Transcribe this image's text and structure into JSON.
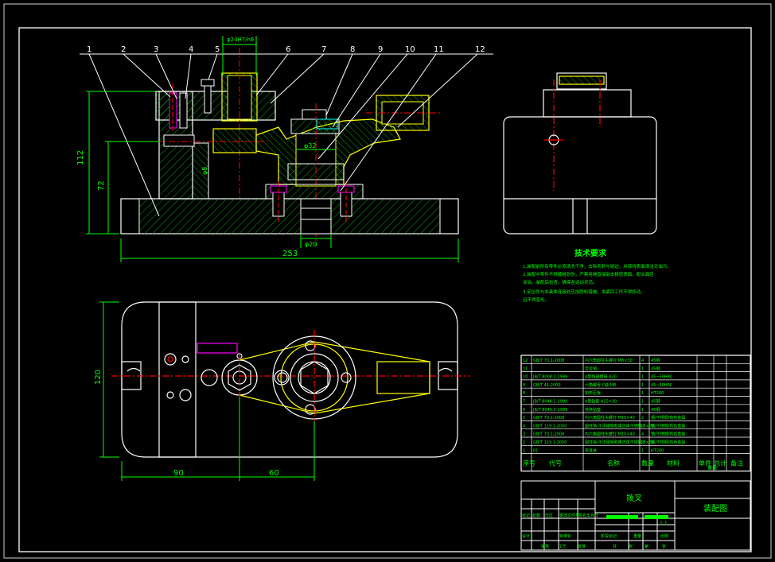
{
  "colors": {
    "background": "#000000",
    "outline": "#ffffff",
    "hatch": "#00a000",
    "dimension": "#00ff00",
    "center": "#ff0000",
    "yellow": "#ffff00",
    "magenta": "#ff00ff",
    "cyan": "#00ffff",
    "label": "#ffffff"
  },
  "part_labels": [
    "1",
    "2",
    "3",
    "4",
    "5",
    "6",
    "7",
    "8",
    "9",
    "10",
    "11",
    "12"
  ],
  "dimensions": {
    "height_total": "112",
    "height_base": "72",
    "width_total": "253",
    "plan_height": "120",
    "plan_left": "90",
    "plan_right": "60",
    "dia_top": "φ24H7/n6",
    "dia_mid": "φ32",
    "dia_side": "φ8",
    "dia_bottom": "φ20"
  },
  "tech_requirements": {
    "title": "技术要求",
    "lines": [
      "1.装配前所有零件必须清洗干净，去除毛刺与锐边，并保持表面清洁无油污。",
      "2.装配中零件不得磕碰划伤，严禁用锤直接敲击精密表面，配合面应",
      "  涂油，装配后检查，确保各运动灵活。",
      "3.定位件与夹具体连接处应加防松措施，夹紧后工件不得松动，",
      "  且不得变形。"
    ]
  },
  "bom": {
    "headers": [
      "序号",
      "代号",
      "名称",
      "数量",
      "材料",
      "单件",
      "总计",
      "备注"
    ],
    "weight_label": "重量",
    "rows": [
      [
        "12",
        "GB/T 70.1-2008",
        "内六角圆柱头螺钉 M8×30",
        "4",
        "45钢"
      ],
      [
        "11",
        "",
        "定位销",
        "1",
        "45钢"
      ],
      [
        "10",
        "JB/T 8008.1-1999",
        "A型快速螺母 A20",
        "1",
        "45~50HRC"
      ],
      [
        "9",
        "GB/T 41-2000",
        "六角螺母 C级 M8",
        "1",
        "45~50HRC"
      ],
      [
        "8",
        "",
        "钩形压板",
        "1",
        "HT200"
      ],
      [
        "7",
        "JB/T 8046.1-1999",
        "A型钻套 A15×30",
        "1",
        "45钢"
      ],
      [
        "6",
        "JB/T 8045.3-1999",
        "快换钻套",
        "1",
        "45钢"
      ],
      [
        "5",
        "GB/T 70.1-2008",
        "内六角圆柱头螺钉 M10×40",
        "2",
        "钢/不锈钢/有色金属"
      ],
      [
        "4",
        "GB/T 119.1-2000",
        "圆柱销-不淬硬钢和奥氏体不锈钢 8×30",
        "2",
        "钢/不锈钢/有色金属"
      ],
      [
        "3",
        "GB/T 70.1-2008",
        "内六角圆柱头螺钉 M10×40",
        "4",
        "钢/不锈钢/有色金属"
      ],
      [
        "2",
        "GB/T 119.1-2000",
        "圆柱销-不淬硬钢和奥氏体不锈钢 8×30",
        "2",
        "钢/不锈钢/有色金属"
      ],
      [
        "1",
        "01",
        "夹具体",
        "1",
        "HT200"
      ]
    ]
  },
  "title_block": {
    "part_name": "拨叉",
    "drawing_name": "装配图",
    "scale": "1:1",
    "row_labels": [
      "标记",
      "处数",
      "分区",
      "更改文件号",
      "签名",
      "年月日"
    ],
    "bottom_labels": [
      "设计",
      "标准化",
      "阶段标记",
      "重量",
      "比例"
    ],
    "footer_labels": [
      "审核",
      "工艺",
      "批准",
      "共",
      "张",
      "第",
      "张"
    ]
  }
}
